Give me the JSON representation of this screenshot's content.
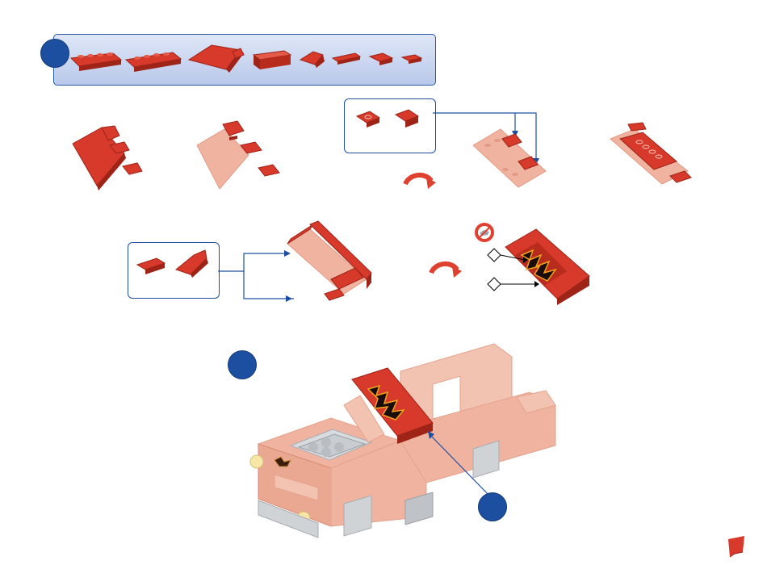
{
  "colors": {
    "brick_red": "#d7392b",
    "brick_dark": "#9e2418",
    "brick_light": "#f0b3a0",
    "panel_blue": "#1d4fa0",
    "panel_fill": "#cfdaf2",
    "arrow_blue": "#1d4fa0",
    "rotate_red": "#e0402f",
    "engine_grey": "#c9ccd0"
  },
  "icons": {
    "step_marker": "step-circle",
    "rotate": "rotate-arrow-icon",
    "no_glue": "prohibited-hand-icon",
    "sticker": "tribal-flame-sticker",
    "corner": "page-corner-flag"
  },
  "parts_list": [
    "plate-2x4",
    "plate-2x6",
    "wedge-plate",
    "brick-1x4",
    "slope-1x3",
    "plate-1x4",
    "plate-2x2",
    "plate-1x2"
  ],
  "sticker_markers": [
    "diamond-marker-1",
    "diamond-marker-2"
  ]
}
